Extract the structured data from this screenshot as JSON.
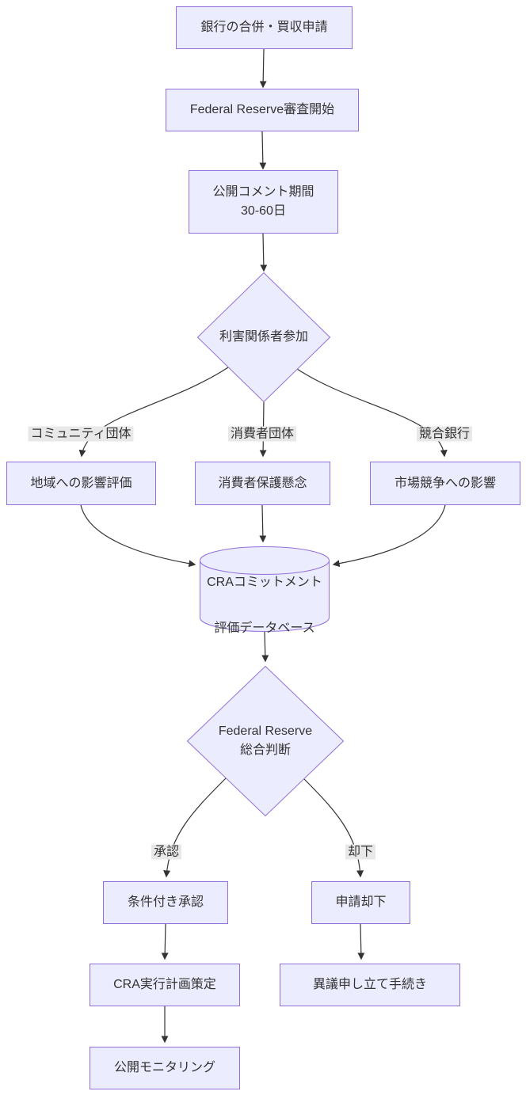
{
  "diagram": {
    "kind": "flowchart",
    "direction": "top-down",
    "background": "#ffffff"
  },
  "colors": {
    "node_fill": "#ECECFF",
    "node_border": "#9370DB",
    "edge_line": "#333333",
    "edge_label_bg": "#e8e8e8",
    "text": "#333333"
  },
  "nodes": {
    "application": {
      "shape": "rect",
      "label": "銀行の合併・買収申請"
    },
    "review_start": {
      "shape": "rect",
      "label": "Federal Reserve審査開始"
    },
    "comment_period": {
      "shape": "rect",
      "line1": "公開コメント期間",
      "line2": "30-60日"
    },
    "stakeholders": {
      "shape": "diamond",
      "label": "利害関係者参加"
    },
    "community_impact": {
      "shape": "rect",
      "label": "地域への影響評価"
    },
    "consumer_concern": {
      "shape": "rect",
      "label": "消費者保護懸念"
    },
    "market_impact": {
      "shape": "rect",
      "label": "市場競争への影響"
    },
    "cra_database": {
      "shape": "cylinder",
      "line1": "CRAコミットメント",
      "line2": "評価データベース"
    },
    "fed_decision": {
      "shape": "diamond",
      "line1": "Federal Reserve",
      "line2": "総合判断"
    },
    "conditional_approval": {
      "shape": "rect",
      "label": "条件付き承認"
    },
    "application_rejected": {
      "shape": "rect",
      "label": "申請却下"
    },
    "cra_plan": {
      "shape": "rect",
      "label": "CRA実行計画策定"
    },
    "appeal_procedure": {
      "shape": "rect",
      "label": "異議申し立て手続き"
    },
    "public_monitoring": {
      "shape": "rect",
      "label": "公開モニタリング"
    }
  },
  "edges": [
    {
      "from": "application",
      "to": "review_start",
      "label": ""
    },
    {
      "from": "review_start",
      "to": "comment_period",
      "label": ""
    },
    {
      "from": "comment_period",
      "to": "stakeholders",
      "label": ""
    },
    {
      "from": "stakeholders",
      "to": "community_impact",
      "label": "コミュニティ団体"
    },
    {
      "from": "stakeholders",
      "to": "consumer_concern",
      "label": "消費者団体"
    },
    {
      "from": "stakeholders",
      "to": "market_impact",
      "label": "競合銀行"
    },
    {
      "from": "community_impact",
      "to": "cra_database",
      "label": ""
    },
    {
      "from": "consumer_concern",
      "to": "cra_database",
      "label": ""
    },
    {
      "from": "market_impact",
      "to": "cra_database",
      "label": ""
    },
    {
      "from": "cra_database",
      "to": "fed_decision",
      "label": ""
    },
    {
      "from": "fed_decision",
      "to": "conditional_approval",
      "label": "承認"
    },
    {
      "from": "fed_decision",
      "to": "application_rejected",
      "label": "却下"
    },
    {
      "from": "conditional_approval",
      "to": "cra_plan",
      "label": ""
    },
    {
      "from": "application_rejected",
      "to": "appeal_procedure",
      "label": ""
    },
    {
      "from": "cra_plan",
      "to": "public_monitoring",
      "label": ""
    }
  ]
}
